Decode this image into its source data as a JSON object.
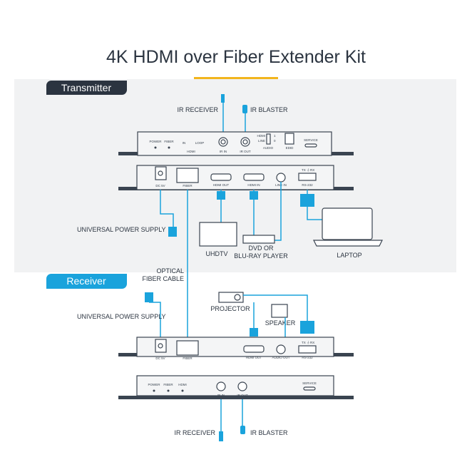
{
  "title": "4K HDMI over Fiber Extender Kit",
  "colors": {
    "accent": "#1aa3dc",
    "transmitter_tab": "#2b3440",
    "title_underline": "#f2b51d",
    "panel": "#f1f2f3"
  },
  "transmitter": {
    "tab": "Transmitter",
    "ir_receiver": "IR RECEIVER",
    "ir_blaster": "IR BLASTER",
    "front": {
      "power": "POWER",
      "fiber": "FIBER",
      "in": "IN",
      "loop": "LOOP",
      "hdmi": "HDMI",
      "ir_in": "IR IN",
      "ir_out": "IR OUT",
      "audio_hdmi": "HDMI",
      "audio_line": "LINE",
      "one": "1",
      "zero": "0",
      "audio": "AUDIO",
      "edid": "EDID",
      "service": "SERVICE"
    },
    "back": {
      "dc": "DC 5V",
      "fiber": "FIBER",
      "hdmi_out": "HDMI OUT",
      "hdmi_in": "HDMI IN",
      "line_in": "LINE IN",
      "tx": "TX",
      "gnd": "⏚",
      "rx": "RX",
      "rs232": "RS-232"
    },
    "power_supply": "UNIVERSAL POWER SUPPLY",
    "uhdtv": "UHDTV",
    "player_1": "DVD OR",
    "player_2": "BLU-RAY PLAYER",
    "laptop": "LAPTOP"
  },
  "fiber_cable_1": "OPTICAL",
  "fiber_cable_2": "FIBER CABLE",
  "receiver": {
    "tab": "Receiver",
    "power_supply": "UNIVERSAL POWER SUPPLY",
    "projector": "PROJECTOR",
    "speaker": "SPEAKER",
    "back": {
      "dc": "DC 5V",
      "fiber": "FIBER",
      "hdmi_out": "HDMI OUT",
      "audio_out": "AUDIO OUT",
      "tx": "TX",
      "gnd": "⏚",
      "rx": "RX",
      "rs232": "RS-232"
    },
    "front": {
      "power": "POWER",
      "fiber": "FIBER",
      "hdmi": "HDMI",
      "ir_in": "IR IN",
      "ir_out": "IR OUT",
      "service": "SERVICE"
    },
    "ir_receiver": "IR RECEIVER",
    "ir_blaster": "IR BLASTER"
  }
}
